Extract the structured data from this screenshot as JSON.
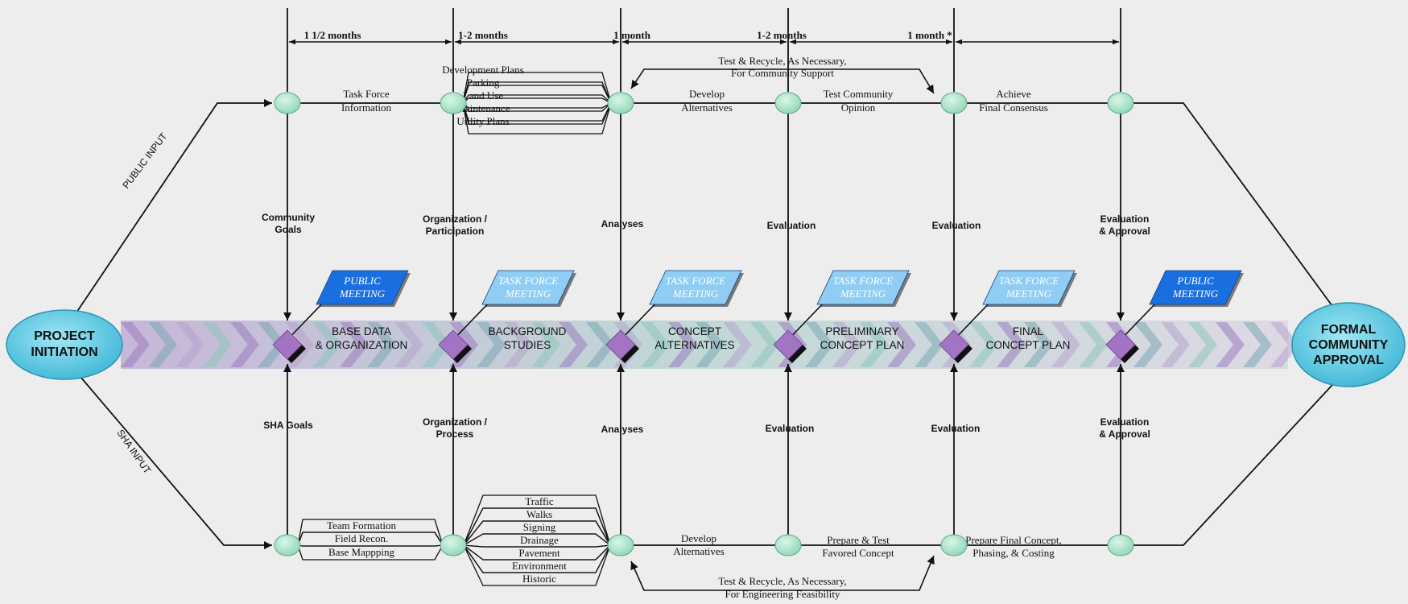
{
  "durations": [
    "1 1/2 months",
    "1-2 months",
    "1 month",
    "1-2 months",
    "1 month *"
  ],
  "start": {
    "line1": "PROJECT",
    "line2": "INITIATION"
  },
  "end": {
    "line1": "FORMAL",
    "line2": "COMMUNITY",
    "line3": "APPROVAL"
  },
  "public_input": "PUBLIC INPUT",
  "sha_input": "SHA INPUT",
  "top_feedback": {
    "line1": "Test & Recycle, As Necessary,",
    "line2": "For Community Support"
  },
  "bottom_feedback": {
    "line1": "Test & Recycle, As Necessary,",
    "line2": "For Engineering Feasibility"
  },
  "top_row": {
    "seg1": {
      "line1": "Task Force",
      "line2": "Information"
    },
    "seg2_list": [
      "Development Plans",
      "Parking",
      "Land Use",
      "Maintenance",
      "Utility Plans"
    ],
    "seg3": {
      "line1": "Develop",
      "line2": "Alternatives"
    },
    "seg4": {
      "line1": "Test Community",
      "line2": "Opinion"
    },
    "seg5": {
      "line1": "Achieve",
      "line2": "Final Consensus"
    }
  },
  "bottom_row": {
    "seg1_list": [
      "Team Formation",
      "Field Recon.",
      "Base Mappping"
    ],
    "seg2_list": [
      "Traffic",
      "Walks",
      "Signing",
      "Drainage",
      "Pavement",
      "Environment",
      "Historic"
    ],
    "seg3": {
      "line1": "Develop",
      "line2": "Alternatives"
    },
    "seg4": {
      "line1": "Prepare & Test",
      "line2": "Favored Concept"
    },
    "seg5": {
      "line1": "Prepare Final Concept,",
      "line2": "Phasing, & Costing"
    }
  },
  "upper_vertical_labels": [
    {
      "line1": "Community",
      "line2": "Goals"
    },
    {
      "line1": "Organization /",
      "line2": "Participation"
    },
    {
      "line1": "Analyses",
      "line2": ""
    },
    {
      "line1": "Evaluation",
      "line2": ""
    },
    {
      "line1": "Evaluation",
      "line2": ""
    },
    {
      "line1": "Evaluation",
      "line2": "& Approval"
    }
  ],
  "lower_vertical_labels": [
    {
      "line1": "SHA Goals",
      "line2": ""
    },
    {
      "line1": "Organization /",
      "line2": "Process"
    },
    {
      "line1": "Analyses",
      "line2": ""
    },
    {
      "line1": "Evaluation",
      "line2": ""
    },
    {
      "line1": "Evaluation",
      "line2": ""
    },
    {
      "line1": "Evaluation",
      "line2": "& Approval"
    }
  ],
  "flags": [
    {
      "line1": "PUBLIC",
      "line2": "MEETING",
      "type": "public"
    },
    {
      "line1": "TASK FORCE",
      "line2": "MEETING",
      "type": "task"
    },
    {
      "line1": "TASK FORCE",
      "line2": "MEETING",
      "type": "task"
    },
    {
      "line1": "TASK FORCE",
      "line2": "MEETING",
      "type": "task"
    },
    {
      "line1": "TASK FORCE",
      "line2": "MEETING",
      "type": "task"
    },
    {
      "line1": "PUBLIC",
      "line2": "MEETING",
      "type": "public"
    }
  ],
  "stages": [
    {
      "line1": "BASE DATA",
      "line2": "& ORGANIZATION"
    },
    {
      "line1": "BACKGROUND",
      "line2": "STUDIES"
    },
    {
      "line1": "CONCEPT",
      "line2": "ALTERNATIVES"
    },
    {
      "line1": "PRELIMINARY",
      "line2": "CONCEPT PLAN"
    },
    {
      "line1": "FINAL",
      "line2": "CONCEPT PLAN"
    },
    {
      "line1": "",
      "line2": ""
    }
  ],
  "colors": {
    "node": "#a8e2c6",
    "oval": "#5cc8e0",
    "diamond": "#a374c4",
    "flag_public": "#1a6fe0",
    "flag_task": "#8fcdf4",
    "line": "#111111"
  }
}
